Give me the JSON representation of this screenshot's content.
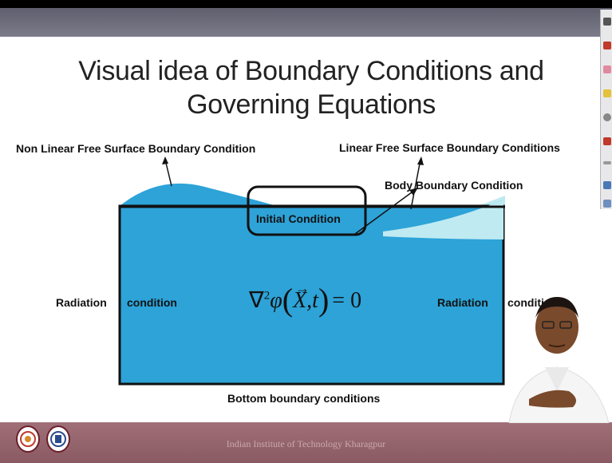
{
  "slide": {
    "title": "Visual idea of Boundary Conditions and Governing Equations",
    "labels": {
      "nonlinear_free_surface": "Non Linear Free Surface Boundary Condition",
      "linear_free_surface": "Linear Free Surface Boundary Conditions",
      "body_boundary": "Body Boundary Condition",
      "initial_condition": "Initial Condition",
      "radiation_left_a": "Radiation",
      "radiation_left_b": "condition",
      "radiation_right_a": "Radiation",
      "radiation_right_b": "conditi",
      "bottom_boundary": "Bottom boundary conditions"
    },
    "equation": {
      "nabla": "∇",
      "power": "2",
      "phi": "φ",
      "open_paren": "(",
      "vector_x": "X",
      "comma_t": ",t",
      "close_paren": ")",
      "equals_zero": "= 0"
    }
  },
  "footer": {
    "institute": "Indian Institute of Technology Kharagpur"
  },
  "colors": {
    "water": "#2da3d8",
    "light_water": "#bfeaf2",
    "footer": "#8f5f68",
    "header": "#6b6b7a"
  },
  "icons": [
    "iit-logo-icon",
    "nptel-logo-icon",
    "pen-icon",
    "eraser-icon",
    "highlighter-icon",
    "undo-icon"
  ]
}
